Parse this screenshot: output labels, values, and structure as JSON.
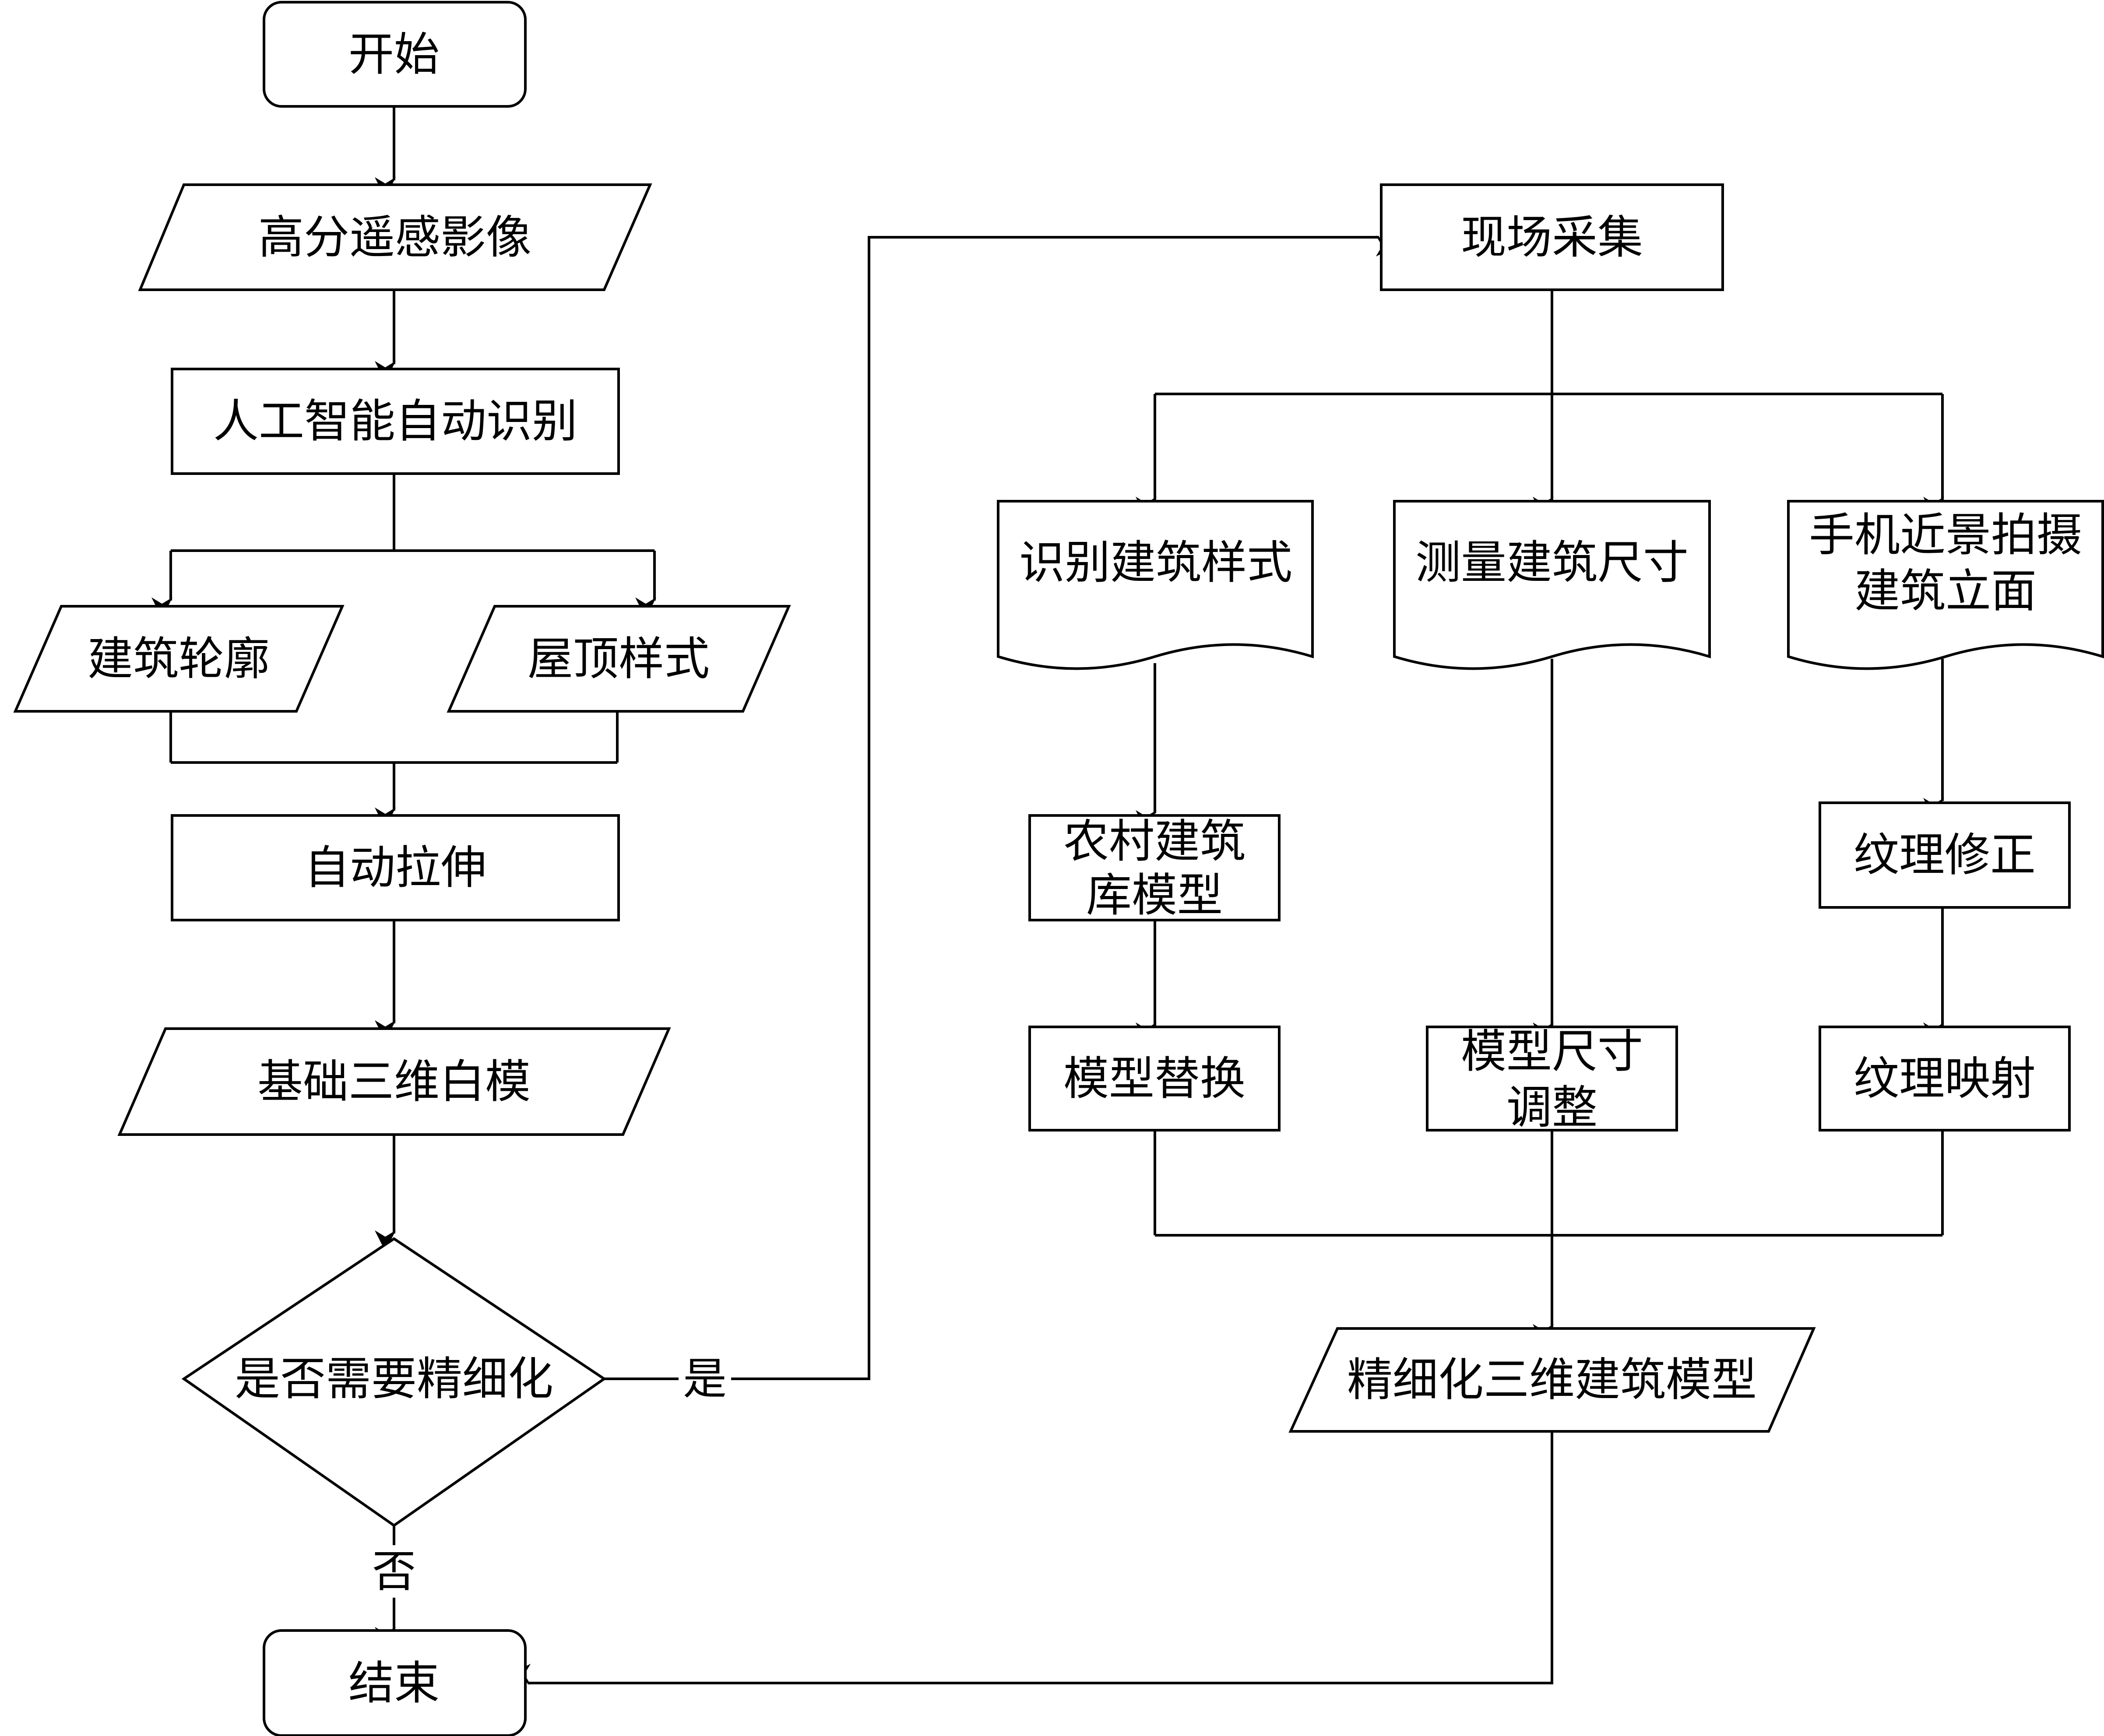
{
  "nodes": {
    "start": "开始",
    "hr_imagery": "高分遥感影像",
    "ai_recognition": "人工智能自动识别",
    "building_outline": "建筑轮廓",
    "roof_style": "屋顶样式",
    "auto_extrude": "自动拉伸",
    "basic_white_model": "基础三维白模",
    "need_refinement": "是否需要精细化",
    "end": "结束",
    "field_collection": "现场采集",
    "identify_style": "识别建筑样式",
    "measure_size": "测量建筑尺寸",
    "phone_photo_line1": "手机近景拍摄",
    "phone_photo_line2": "建筑立面",
    "rural_lib_line1": "农村建筑",
    "rural_lib_line2": "库模型",
    "texture_fix": "纹理修正",
    "model_replace": "模型替换",
    "size_adjust_line1": "模型尺寸",
    "size_adjust_line2": "调整",
    "texture_map": "纹理映射",
    "refined_model": "精细化三维建筑模型"
  },
  "edges": {
    "yes": "是",
    "no": "否"
  }
}
